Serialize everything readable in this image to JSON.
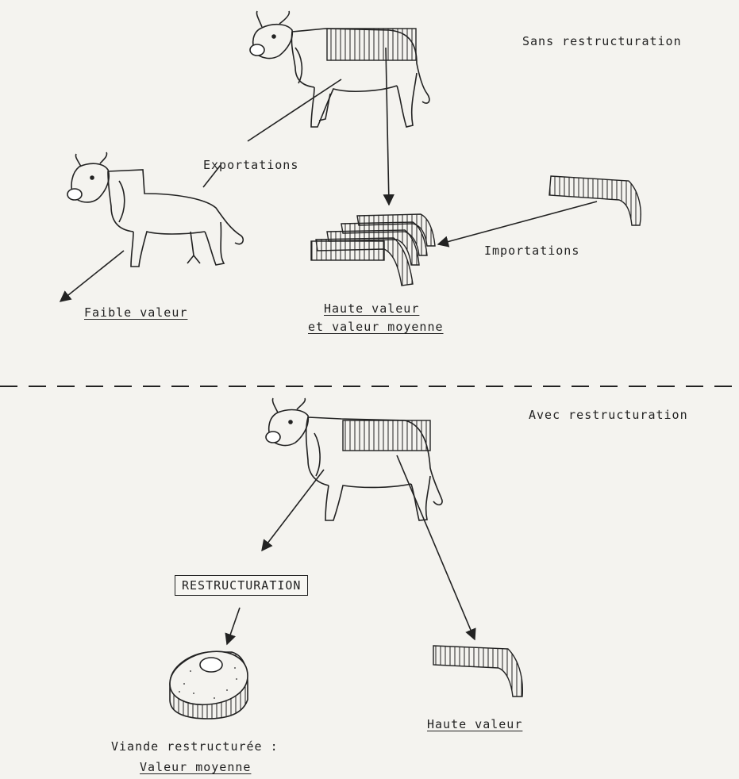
{
  "top": {
    "section_label": "Sans restructuration",
    "exportations": "Exportations",
    "importations": "Importations",
    "faible_valeur": "Faible valeur",
    "haute_valeur_line1": "Haute valeur",
    "haute_valeur_line2": "et valeur moyenne"
  },
  "bottom": {
    "section_label": "Avec restructuration",
    "restructuration": "RESTRUCTURATION",
    "haute_valeur": "Haute valeur",
    "viande_line1": "Viande restructurée :",
    "viande_line2": "Valeur moyenne"
  }
}
